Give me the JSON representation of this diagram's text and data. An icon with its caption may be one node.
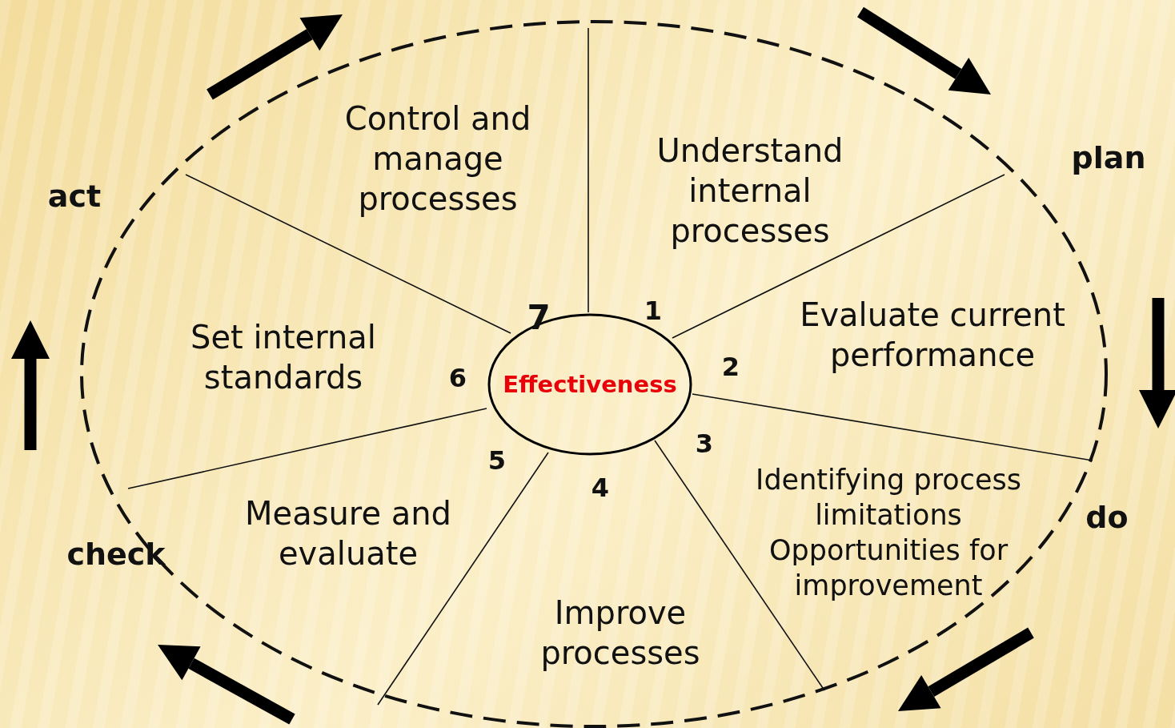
{
  "diagram": {
    "nodes": [
      {
        "text": [
          "Effectiveness"
        ]
      }
    ],
    "labels": [
      "Control and manage processes",
      "Understand internal processes",
      "plan",
      "act",
      "7",
      "1",
      "Evaluate current performance",
      "Set internal standards",
      "2",
      "6",
      "3",
      "5",
      "4",
      "Identifying process limitations",
      "Opportunities for improvement",
      "do",
      "Measure and evaluate",
      "check",
      "Improve processes"
    ]
  }
}
